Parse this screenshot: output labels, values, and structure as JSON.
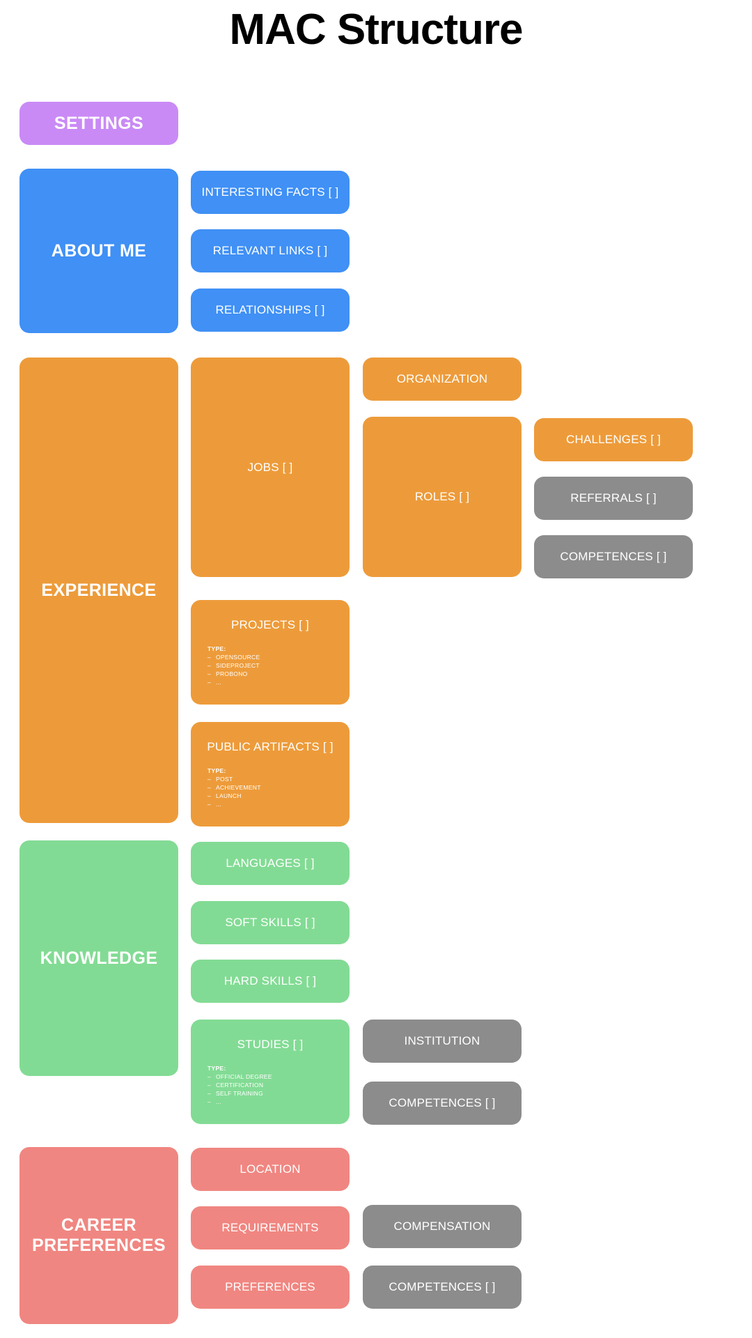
{
  "page": {
    "title": "MAC Structure"
  },
  "colors": {
    "purple": "#c98af5",
    "blue": "#4090f5",
    "orange": "#ed9b3a",
    "green": "#82db94",
    "red": "#f08681",
    "gray": "#8c8c8c",
    "text": "#ffffff",
    "title": "#000000",
    "background": "#ffffff"
  },
  "sections": {
    "settings": {
      "label": "SETTINGS"
    },
    "about_me": {
      "label": "ABOUT ME",
      "children": [
        {
          "label": "INTERESTING FACTS [ ]"
        },
        {
          "label": "RELEVANT LINKS [ ]"
        },
        {
          "label": "RELATIONSHIPS [ ]"
        }
      ]
    },
    "experience": {
      "label": "EXPERIENCE",
      "children": [
        {
          "label": "JOBS [ ]"
        },
        {
          "label": "ORGANIZATION"
        },
        {
          "label": "ROLES [ ]"
        },
        {
          "label": "CHALLENGES [ ]"
        },
        {
          "label": "REFERRALS [ ]"
        },
        {
          "label": "COMPETENCES [ ]"
        },
        {
          "label": "PROJECTS [ ]",
          "type_title": "TYPE:",
          "types": [
            "OPENSOURCE",
            "SIDEPROJECT",
            "PROBONO",
            "..."
          ]
        },
        {
          "label": "PUBLIC ARTIFACTS [ ]",
          "type_title": "TYPE:",
          "types": [
            "POST",
            "ACHIEVEMENT",
            "LAUNCH",
            "..."
          ]
        }
      ]
    },
    "knowledge": {
      "label": "KNOWLEDGE",
      "children": [
        {
          "label": "LANGUAGES [ ]"
        },
        {
          "label": "SOFT SKILLS [ ]"
        },
        {
          "label": "HARD SKILLS [ ]"
        },
        {
          "label": "STUDIES [ ]",
          "type_title": "TYPE:",
          "types": [
            "OFFICIAL DEGREE",
            "CERTIFICATION",
            "SELF TRAINING",
            "..."
          ]
        },
        {
          "label": "INSTITUTION"
        },
        {
          "label": "COMPETENCES [ ]"
        }
      ]
    },
    "career_preferences": {
      "label": "CAREER\nPREFERENCES",
      "line1": "CAREER",
      "line2": "PREFERENCES",
      "children": [
        {
          "label": "LOCATION"
        },
        {
          "label": "REQUIREMENTS"
        },
        {
          "label": "PREFERENCES"
        },
        {
          "label": "COMPENSATION"
        },
        {
          "label": "COMPETENCES [ ]"
        }
      ]
    }
  }
}
